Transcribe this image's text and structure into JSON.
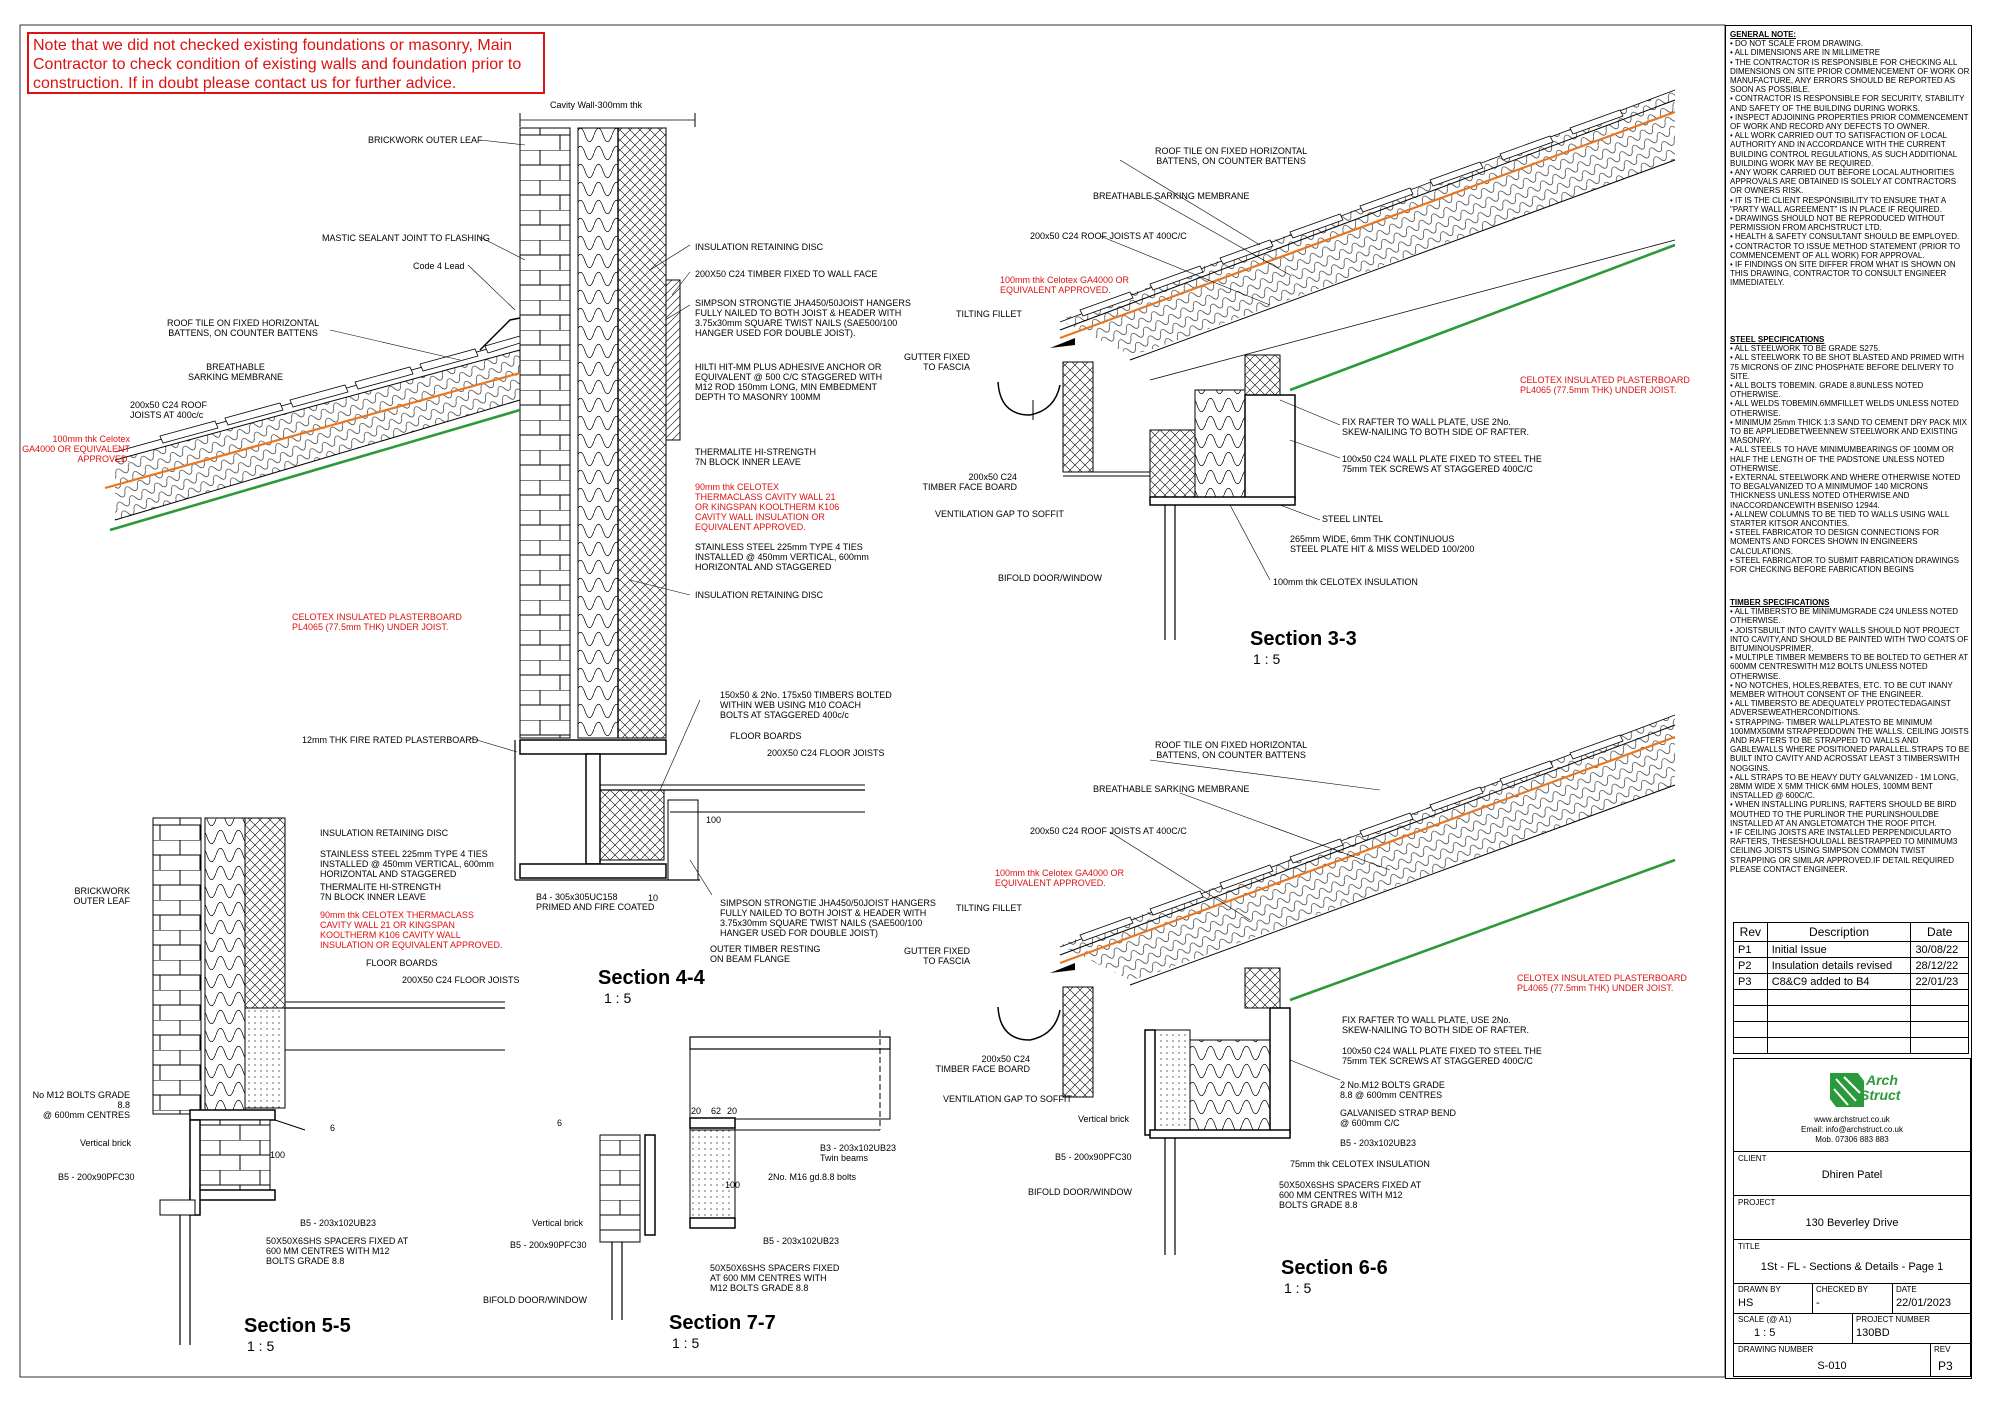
{
  "warning": "Note that we did not checked existing foundations or masonry, Main Contractor to check condition of existing walls and foundation prior to construction. If in doubt please contact us for further advice.",
  "sections": {
    "s44": {
      "title": "Section 4-4",
      "scale": "1 : 5"
    },
    "s33": {
      "title": "Section 3-3",
      "scale": "1 : 5"
    },
    "s55": {
      "title": "Section 5-5",
      "scale": "1 : 5"
    },
    "s77": {
      "title": "Section 7-7",
      "scale": "1 : 5"
    },
    "s66": {
      "title": "Section 6-6",
      "scale": "1 : 5"
    }
  },
  "labels44": {
    "cavity": "Cavity Wall-300mm thk",
    "brick_outer": "BRICKWORK OUTER LEAF",
    "mastic": "MASTIC SEALANT JOINT TO FLASHING",
    "lead": "Code 4 Lead",
    "roof_tile": "ROOF TILE ON FIXED HORIZONTAL\nBATTENS, ON COUNTER BATTENS",
    "sarking": "BREATHABLE\nSARKING MEMBRANE",
    "joists": "200x50 C24 ROOF\nJOISTS AT 400c/c",
    "celotex100": "100mm thk Celotex\nGA4000 OR EQUIVALENT\nAPPROVED.",
    "celotex_pb": "CELOTEX INSULATED PLASTERBOARD\nPL4065 (77.5mm THK) UNDER JOIST.",
    "ins_disc": "INSULATION RETAINING DISC",
    "timber_fixed": "200X50 C24 TIMBER FIXED TO WALL FACE",
    "simpson": "SIMPSON STRONGTIE JHA450/50JOIST HANGERS\nFULLY NAILED TO BOTH JOIST & HEADER WITH\n3.75x30mm SQUARE TWIST NAILS (SAE500/100\nHANGER USED FOR DOUBLE JOIST).",
    "hilti": "HILTI HIT-MM PLUS ADHESIVE ANCHOR OR\nEQUIVALENT @ 500 C/C STAGGERED WITH\nM12 ROD 150mm LONG, MIN EMBEDMENT\nDEPTH TO MASONRY 100MM",
    "thermalite": "THERMALITE HI-STRENGTH\n7N BLOCK INNER LEAVE",
    "celotex90": "90mm thk CELOTEX\nTHERMACLASS CAVITY WALL 21\nOR KINGSPAN KOOLTHERM K106\nCAVITY WALL INSULATION OR\nEQUIVALENT APPROVED.",
    "ss_ties": "STAINLESS STEEL 225mm TYPE 4 TIES\nINSTALLED @ 450mm VERTICAL, 600mm\nHORIZONTAL AND STAGGERED",
    "ins_disc2": "INSULATION RETAINING DISC",
    "timbers_bolted": "150x50 & 2No. 175x50 TIMBERS BOLTED\nWITHIN WEB USING M10 COACH\nBOLTS AT STAGGERED 400c/c",
    "floor_boards": "FLOOR BOARDS",
    "floor_joists": "200X50 C24 FLOOR JOISTS",
    "fire_pb": "12mm THK FIRE RATED PLASTERBOARD",
    "b4": "B4 - 305x305UC158\nPRIMED AND FIRE COATED",
    "simpson2": "SIMPSON STRONGTIE JHA450/50JOIST HANGERS\nFULLY NAILED TO BOTH JOIST & HEADER WITH\n3.75x30mm SQUARE TWIST NAILS (SAE500/100\nHANGER USED FOR DOUBLE JOIST)",
    "outer_timber": "OUTER TIMBER RESTING\nON BEAM FLANGE",
    "dim100": "100",
    "dim10": "10"
  },
  "labels33": {
    "roof_tile": "ROOF TILE ON FIXED HORIZONTAL\nBATTENS, ON COUNTER BATTENS",
    "sarking": "BREATHABLE SARKING MEMBRANE",
    "joists": "200x50 C24 ROOF JOISTS AT 400C/C",
    "celotex100": "100mm thk Celotex GA4000 OR\nEQUIVALENT APPROVED.",
    "tilting": "TILTING FILLET",
    "gutter": "GUTTER FIXED\nTO FASCIA",
    "face_board": "200x50 C24\nTIMBER FACE BOARD",
    "vent": "VENTILATION GAP TO SOFFIT",
    "bifold": "BIFOLD DOOR/WINDOW",
    "celotex_pb": "CELOTEX INSULATED PLASTERBOARD\nPL4065 (77.5mm THK) UNDER JOIST.",
    "fix_rafter": "FIX RAFTER TO WALL PLATE, USE 2No.\nSKEW-NAILING TO BOTH SIDE OF RAFTER.",
    "wall_plate": "100x50 C24 WALL PLATE FIXED TO STEEL THE\n75mm TEK SCREWS AT STAGGERED 400C/C",
    "lintel": "STEEL LINTEL",
    "plate": "265mm WIDE, 6mm THK CONTINUOUS\nSTEEL PLATE HIT & MISS WELDED 100/200",
    "celotex_ins": "100mm thk CELOTEX INSULATION"
  },
  "labels55": {
    "ins_disc": "INSULATION RETAINING DISC",
    "ss_ties": "STAINLESS STEEL 225mm TYPE 4 TIES\nINSTALLED @ 450mm VERTICAL, 600mm\nHORIZONTAL AND STAGGERED",
    "thermalite": "THERMALITE HI-STRENGTH\n7N BLOCK INNER LEAVE",
    "celotex90": "90mm thk CELOTEX THERMACLASS\nCAVITY WALL 21 OR KINGSPAN\nKOOLTHERM K106 CAVITY WALL\nINSULATION OR EQUIVALENT APPROVED.",
    "brick_outer": "BRICKWORK\nOUTER LEAF",
    "floor_boards": "FLOOR BOARDS",
    "floor_joists": "200X50 C24 FLOOR JOISTS",
    "m12": "No M12 BOLTS GRADE 8.8\n@ 600mm CENTRES",
    "vert_brick": "Vertical brick",
    "b5": "B5 - 200x90PFC30",
    "b5b": "B5 - 203x102UB23",
    "spacers": "50X50X6SHS SPACERS FIXED AT\n600 MM CENTRES WITH M12\nBOLTS GRADE 8.8",
    "dim6": "6",
    "dim100": "100"
  },
  "labels77": {
    "b3": "B3 - 203x102UB23\nTwin beams",
    "bolts": "2No. M16 gd.8.8 bolts",
    "vert_brick": "Vertical brick",
    "b5": "B5 - 200x90PFC30",
    "b5b": "B5 - 203x102UB23",
    "spacers": "50X50X6SHS SPACERS FIXED\nAT 600 MM CENTRES WITH\nM12 BOLTS GRADE 8.8",
    "bifold": "BIFOLD DOOR/WINDOW",
    "d20a": "20",
    "d62": "62",
    "d20b": "20",
    "d6": "6",
    "d100": "100"
  },
  "labels66": {
    "roof_tile": "ROOF TILE ON FIXED HORIZONTAL\nBATTENS, ON COUNTER BATTENS",
    "sarking": "BREATHABLE SARKING MEMBRANE",
    "joists": "200x50 C24 ROOF JOISTS AT 400C/C",
    "celotex100": "100mm thk Celotex GA4000 OR\nEQUIVALENT APPROVED.",
    "tilting": "TILTING FILLET",
    "gutter": "GUTTER FIXED\nTO FASCIA",
    "face_board": "200x50 C24\nTIMBER FACE BOARD",
    "vent": "VENTILATION GAP TO SOFFIT",
    "vert_brick": "Vertical brick",
    "b5": "B5 - 200x90PFC30",
    "bifold": "BIFOLD DOOR/WINDOW",
    "celotex_pb": "CELOTEX INSULATED PLASTERBOARD\nPL4065 (77.5mm THK) UNDER JOIST.",
    "fix_rafter": "FIX RAFTER TO WALL PLATE, USE 2No.\nSKEW-NAILING TO BOTH SIDE OF RAFTER.",
    "wall_plate": "100x50 C24 WALL PLATE FIXED TO STEEL THE\n75mm TEK SCREWS AT STAGGERED 400C/C",
    "m12": "2 No.M12 BOLTS GRADE\n8.8 @ 600mm CENTRES",
    "strap": "GALVANISED STRAP BEND\n@ 600mm C/C",
    "b5b": "B5 - 203x102UB23",
    "celotex_ins": "75mm thk CELOTEX INSULATION",
    "spacers": "50X50X6SHS SPACERS FIXED AT\n600 MM CENTRES WITH M12\nBOLTS GRADE 8.8"
  },
  "notes": {
    "general_title": "GENERAL NOTE:",
    "general": [
      "• DO NOT SCALE FROM DRAWING.",
      "• ALL DIMENSIONS ARE IN MILLIMETRE",
      "• THE CONTRACTOR IS RESPONSIBLE FOR CHECKING ALL DIMENSIONS ON SITE PRIOR COMMENCEMENT OF WORK OR MANUFACTURE, ANY ERRORS SHOULD BE REPORTED AS SOON AS POSSIBLE.",
      "• CONTRACTOR IS RESPONSIBLE FOR SECURITY, STABILITY AND SAFETY OF THE BUILDING DURING WORKS.",
      "• INSPECT ADJOINING PROPERTIES PRIOR COMMENCEMENT OF WORK AND RECORD ANY DEFECTS TO OWNER.",
      "• ALL WORK CARRIED OUT TO SATISFACTION OF LOCAL AUTHORITY AND IN ACCORDANCE WITH THE CURRENT BUILDING CONTROL REGULATIONS, AS SUCH ADDITIONAL BUILDING WORK MAY BE REQUIRED.",
      "• ANY WORK CARRIED OUT BEFORE LOCAL AUTHORITIES APPROVALS ARE OBTAINED IS SOLELY AT CONTRACTORS OR OWNERS RISK.",
      "• IT IS THE CLIENT RESPONSIBILITY TO ENSURE THAT A \"PARTY WALL AGREEMENT\" IS IN PLACE IF REQUIRED.",
      "• DRAWINGS SHOULD NOT BE REPRODUCED WITHOUT PERMISSION FROM ARCHSTRUCT LTD.",
      "• HEALTH & SAFETY CONSULTANT SHOULD BE EMPLOYED.",
      "• CONTRACTOR TO ISSUE METHOD STATEMENT (PRIOR TO COMMENCEMENT OF ALL WORK) FOR APPROVAL.",
      "• IF FINDINGS ON SITE DIFFER FROM WHAT IS SHOWN ON THIS DRAWING, CONTRACTOR TO CONSULT ENGINEER IMMEDIATELY."
    ],
    "steel_title": "STEEL SPECIFICATIONS",
    "steel": [
      "• ALL STEELWORK TO BE GRADE S275.",
      "• ALL STEELWORK TO BE SHOT BLASTED AND PRIMED WITH 75 MICRONS OF ZINC PHOSPHATE BEFORE DELIVERY TO SITE.",
      "• ALL BOLTS TOBEMIN. GRADE 8.8UNLESS NOTED OTHERWISE.",
      "• ALL WELDS TOBEMIN.6MMFILLET WELDS UNLESS NOTED OTHERWISE.",
      "• MINIMUM 25mm THICK 1:3 SAND TO CEMENT DRY PACK MIX TO BE APPLIEDBETWEENNEW STEELWORK AND EXISTING MASONRY.",
      "• ALL STEELS TO HAVE MINIMUMBEARINGS OF 100MM OR HALF THE LENGTH OF THE PADSTONE UNLESS NOTED OTHERWISE.",
      "• EXTERNAL STEELWORK AND WHERE OTHERWISE NOTED TO BEGALVANIZED TO A MINIMUMOF 140 MICRONS THICKNESS UNLESS NOTED OTHERWISE AND INACCORDANCEWITH BSENISO 12944.",
      "• ALLNEW COLUMNS TO BE TIED TO WALLS USING WALL STARTER KITSOR ANCONTIES.",
      "• STEEL FABRICATOR TO DESIGN CONNECTIONS FOR MOMENTS AND FORCES SHOWN IN ENGINEERS CALCULATIONS.",
      "• STEEL FABRICATOR TO SUBMIT FABRICATION DRAWINGS FOR CHECKING BEFORE FABRICATION BEGINS"
    ],
    "timber_title": "TIMBER SPECIFICATIONS",
    "timber": [
      "• ALL TIMBERSTO BE MINIMUMGRADE C24 UNLESS NOTED OTHERWISE.",
      "• JOISTSBUILT INTO CAVITY WALLS SHOULD NOT PROJECT INTO CAVITY,AND SHOULD BE PAINTED WITH TWO COATS OF BITUMINOUSPRIMER.",
      "• MULTIPLE TIMBER MEMBERS TO BE BOLTED TO GETHER AT 600MM CENTRESWITH M12 BOLTS UNLESS NOTED OTHERWISE.",
      "• NO NOTCHES, HOLES,REBATES, ETC. TO BE CUT INANY MEMBER WITHOUT CONSENT OF THE ENGINEER.",
      "• ALL TIMBERSTO BE ADEQUATELY PROTECTEDAGAINST ADVERSEWEATHERCONDITIONS.",
      "• STRAPPING- TIMBER WALLPLATESTO BE MINIMUM 100MMX50MM STRAPPEDDOWN THE WALLS. CEILING JOISTS AND RAFTERS TO BE STRAPPED TO WALLS AND GABLEWALLS WHERE POSITIONED PARALLEL.STRAPS TO BE BUILT INTO CAVITY AND ACROSSAT LEAST 3 TIMBERSWITH NOGGINS.",
      "• ALL STRAPS TO BE HEAVY DUTY GALVANIZED - 1M LONG, 28MM WIDE X 5MM THICK 6MM HOLES, 100MM BENT INSTALLED @ 600C/C.",
      "• WHEN INSTALLING PURLINS, RAFTERS SHOULD BE BIRD MOUTHED TO THE PURLINOR THE PURLINSHOULDBE INSTALLED AT AN ANGLETOMATCH THE ROOF PITCH.",
      "• IF CEILING JOISTS ARE INSTALLED PERPENDICULARTO RAFTERS, THESESHOULDALL BESTRAPPED TO MINIMUM3 CEILING JOISTS USING SIMPSON COMMON TWIST STRAPPING OR SIMILAR APPROVED.IF DETAIL REQUIRED PLEASE CONTACT ENGINEER."
    ]
  },
  "revisions": {
    "headers": [
      "Rev",
      "Description",
      "Date"
    ],
    "rows": [
      [
        "P1",
        "Initial Issue",
        "30/08/22"
      ],
      [
        "P2",
        "Insulation details revised",
        "28/12/22"
      ],
      [
        "P3",
        "C8&C9 added to B4",
        "22/01/23"
      ]
    ]
  },
  "titleblock": {
    "logo_text_1": "Arch",
    "logo_text_2": "Struct",
    "web": "www.archstruct.co.uk",
    "email": "Email: info@archstruct.co.uk",
    "mob": "Mob. 07306 883 883",
    "client_label": "CLIENT",
    "client": "Dhiren Patel",
    "project_label": "PROJECT",
    "project": "130 Beverley Drive",
    "title_label": "TITLE",
    "title": "1St - FL - Sections & Details - Page 1",
    "drawn_label": "DRAWN BY",
    "drawn": "HS",
    "checked_label": "CHECKED BY",
    "checked": "-",
    "date_label": "DATE",
    "date": "22/01/2023",
    "scale_label": "SCALE (@ A1)",
    "scale": "1 : 5",
    "projno_label": "PROJECT NUMBER",
    "projno": "130BD",
    "dwgno_label": "DRAWING NUMBER",
    "dwgno": "S-010",
    "rev_label": "REV",
    "rev": "P3"
  },
  "colors": {
    "annotation_red": "#dd1111",
    "insulation_orange": "#e87722",
    "membrane_green": "#2a9a3a",
    "line": "#000000"
  }
}
